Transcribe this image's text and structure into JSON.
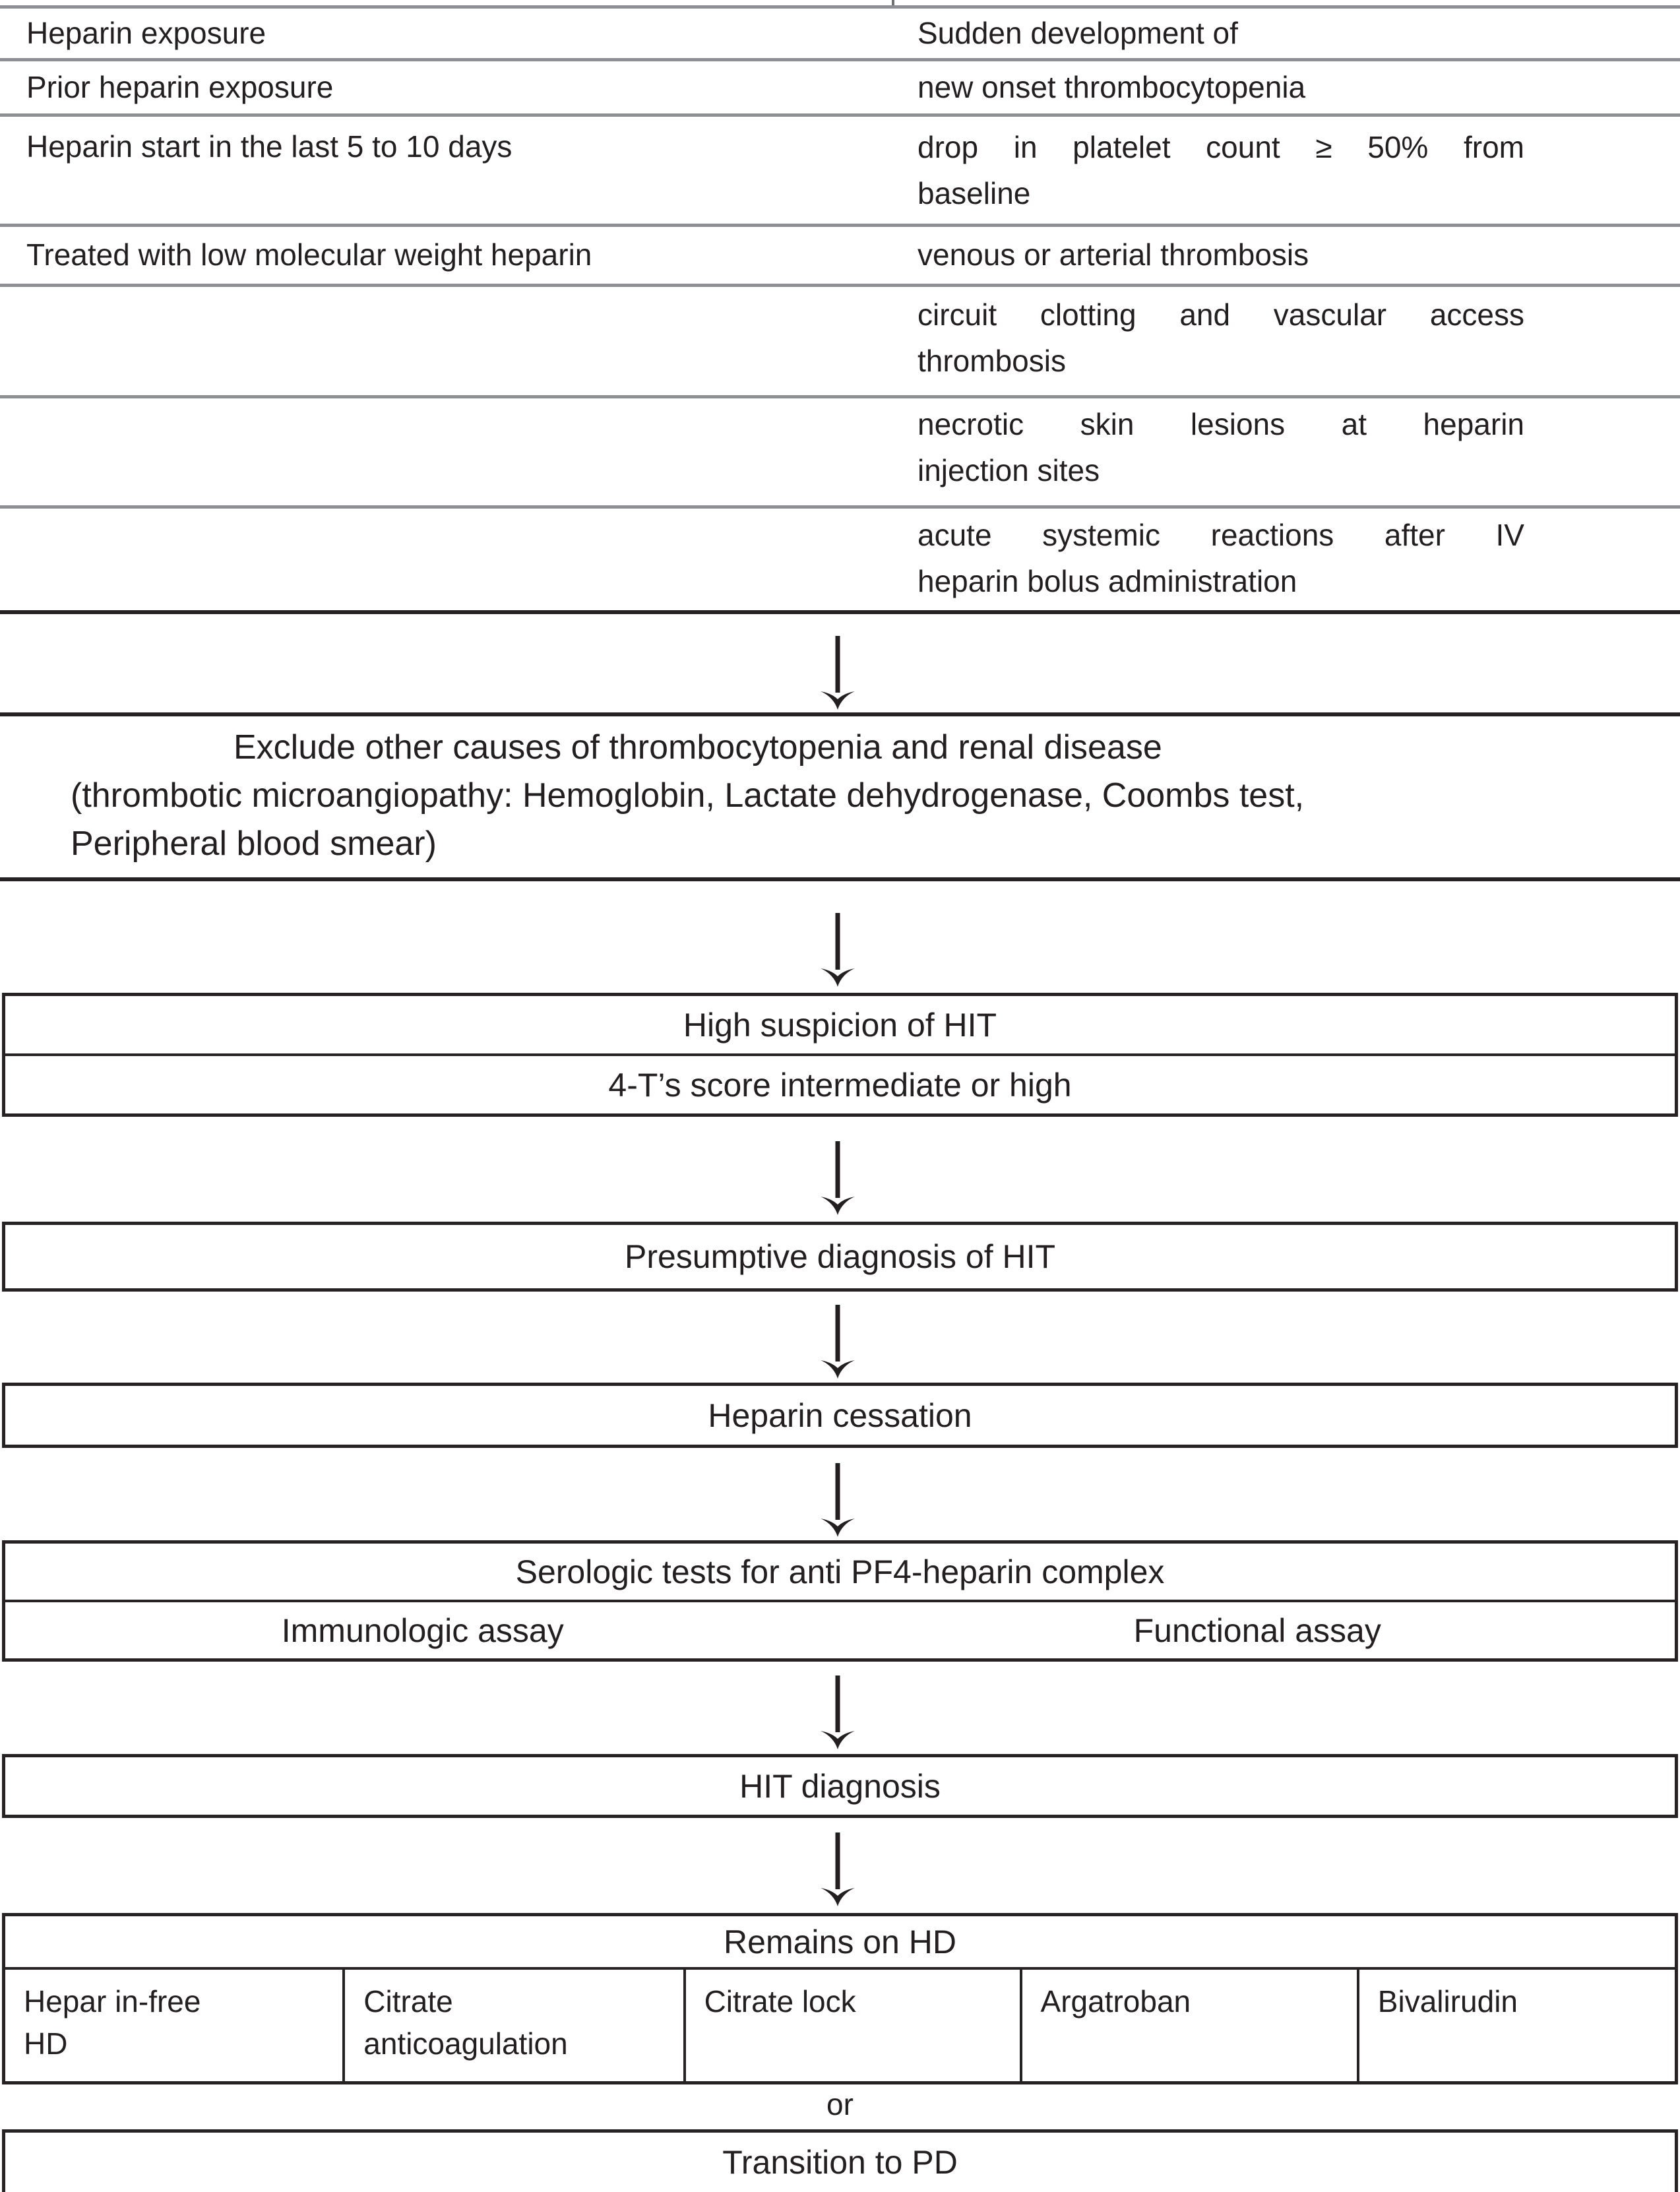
{
  "colors": {
    "ink": "#231f20",
    "rule_gray": "#8d8f92",
    "rule_dark": "#262223",
    "background": "#ffffff"
  },
  "criteria_table": {
    "rows": [
      {
        "left": "Heparin exposure",
        "right": "Sudden development of"
      },
      {
        "left": "Prior heparin exposure",
        "right": "new onset thrombocytopenia"
      },
      {
        "left": "Heparin start in the last 5 to 10 days",
        "right_line1": "drop in platelet count ≥ 50% from",
        "right_line2": "baseline"
      }
    ],
    "row4_left": "Treated with low molecular weight heparin",
    "row4_right_items": [
      {
        "text": "venous or arterial thrombosis"
      },
      {
        "line1": "circuit clotting and vascular access",
        "line2": "thrombosis"
      },
      {
        "line1": "necrotic skin lesions at heparin",
        "line2": "injection sites"
      },
      {
        "line1": "acute systemic reactions after IV",
        "line2": "heparin bolus administration"
      }
    ]
  },
  "exclude_section": {
    "line1": "Exclude other causes of thrombocytopenia and renal disease",
    "line2": "(thrombotic microangiopathy: Hemoglobin, Lactate dehydrogenase, Coombs test,",
    "line3": "Peripheral blood smear)"
  },
  "suspicion_box": {
    "row1": "High suspicion of HIT",
    "row2": "4-T’s score intermediate or high"
  },
  "presumptive_box": {
    "label": "Presumptive diagnosis of HIT"
  },
  "cessation_box": {
    "label": "Heparin cessation"
  },
  "serology_box": {
    "header": "Serologic tests for anti PF4-heparin complex",
    "left_cell": "Immunologic assay",
    "right_cell": "Functional assay"
  },
  "diagnosis_box": {
    "label": "HIT diagnosis"
  },
  "hd_table": {
    "header": "Remains on HD",
    "cells": [
      {
        "line1": "Hepar in-free",
        "line2": "HD"
      },
      {
        "line1": "Citrate",
        "line2": "anticoagulation"
      },
      {
        "text": "Citrate lock"
      },
      {
        "text": "Argatroban"
      },
      {
        "text": "Bivalirudin"
      }
    ]
  },
  "or_label": "or",
  "transition_box": {
    "label": "Transition to PD"
  }
}
